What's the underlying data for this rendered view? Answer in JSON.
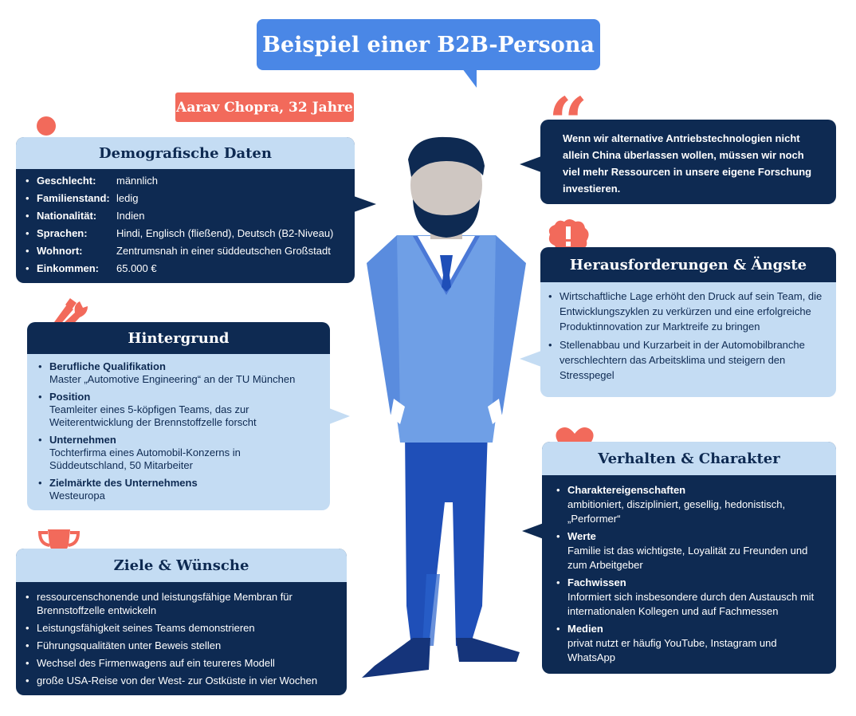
{
  "title": "Beispiel einer B2B-Persona",
  "persona_name": "Aarav Chopra, 32 Jahre",
  "demografische": {
    "heading": "Demografische Daten",
    "items": [
      {
        "key": "Geschlecht:",
        "value": "männlich"
      },
      {
        "key": "Familienstand:",
        "value": "ledig"
      },
      {
        "key": "Nationalität:",
        "value": "Indien"
      },
      {
        "key": "Sprachen:",
        "value": "Hindi, Englisch (fließend), Deutsch (B2-Niveau)"
      },
      {
        "key": "Wohnort:",
        "value": "Zentrumsnah in einer süddeutschen Großstadt"
      },
      {
        "key": "Einkommen:",
        "value": "65.000 €"
      }
    ]
  },
  "hintergrund": {
    "heading": "Hintergrund",
    "items": [
      {
        "key": "Berufliche Qualifikation",
        "value": "Master „Automotive Engineering“ an der TU München"
      },
      {
        "key": "Position",
        "value": "Teamleiter eines 5-köpfigen Teams, das zur Weiterentwicklung der Brennstoffzelle forscht"
      },
      {
        "key": "Unternehmen",
        "value": "Tochterfirma eines Automobil-Konzerns in Süddeutschland, 50 Mitarbeiter"
      },
      {
        "key": "Zielmärkte des Unternehmens",
        "value": "Westeuropa"
      }
    ]
  },
  "ziele": {
    "heading": "Ziele & Wünsche",
    "items": [
      "ressourcenschonende und leistungsfähige Membran für Brennstoffzelle entwickeln",
      "Leistungsfähigkeit seines Teams demonstrieren",
      "Führungsqualitäten unter Beweis stellen",
      "Wechsel des Firmenwagens auf ein teureres Modell",
      "große USA-Reise von der West- zur Ostküste in vier Wochen"
    ]
  },
  "quote": {
    "mark": "“",
    "text": "Wenn wir alternative Antriebstechnologien nicht allein China überlassen wollen, müssen wir noch viel mehr Ressourcen in unsere eigene Forschung investieren."
  },
  "herausforderungen": {
    "heading": "Herausforderungen & Ängste",
    "items": [
      "Wirtschaftliche Lage erhöht den Druck auf sein Team, die Entwicklungszyklen zu verkürzen und eine erfolgreiche Produktinnovation zur Marktreife zu bringen",
      "Stellenabbau und Kurzarbeit in der Automobilbranche verschlechtern das Arbeitsklima und steigern den Stresspegel"
    ]
  },
  "verhalten": {
    "heading": "Verhalten & Charakter",
    "items": [
      {
        "key": "Charaktereigenschaften",
        "value": "ambitioniert, diszipliniert, gesellig, hedonistisch, „Performer“"
      },
      {
        "key": "Werte",
        "value": "Familie ist das wichtigste, Loyalität zu Freunden und zum Arbeitgeber"
      },
      {
        "key": "Fachwissen",
        "value": "Informiert sich insbesondere durch den Austausch mit internationalen Kollegen und auf Fachmessen"
      },
      {
        "key": "Medien",
        "value": "privat nutzt er häufig YouTube, Instagram und WhatsApp"
      }
    ]
  },
  "colors": {
    "navy": "#0e2a52",
    "light_blue": "#c4dcf3",
    "accent_blue": "#4a87e6",
    "coral": "#f26a5b"
  },
  "icons": [
    "person-icon",
    "tools-icon",
    "trophy-icon",
    "quote-icon",
    "alert-bubble-icon",
    "heart-icon",
    "persona-illustration"
  ]
}
